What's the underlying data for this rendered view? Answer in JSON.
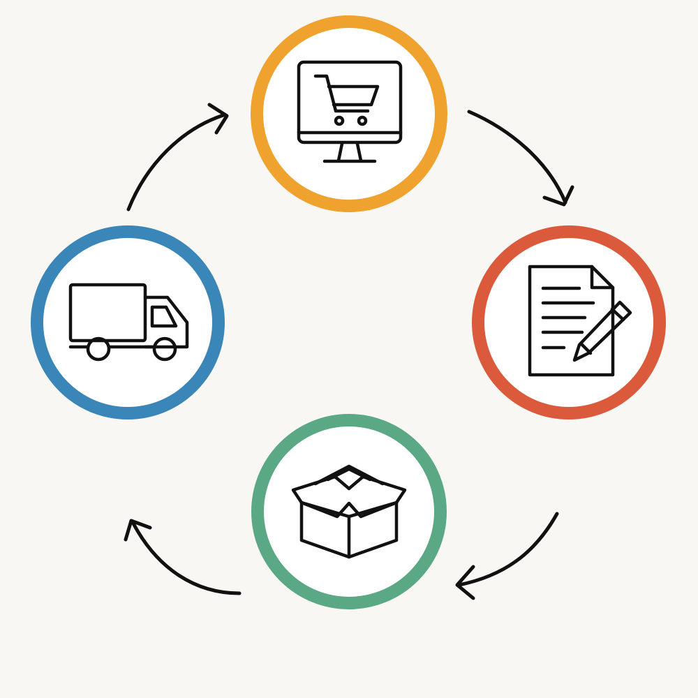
{
  "diagram": {
    "background_color": "#f9f7f3",
    "nodes": [
      {
        "id": "cart",
        "icon": "shopping-cart-monitor-icon",
        "ring_color": "#f0a22f"
      },
      {
        "id": "document",
        "icon": "document-pencil-icon",
        "ring_color": "#dc5a3c"
      },
      {
        "id": "box",
        "icon": "open-box-icon",
        "ring_color": "#5aa884"
      },
      {
        "id": "truck",
        "icon": "delivery-truck-icon",
        "ring_color": "#3a86b8"
      }
    ],
    "edges": [
      {
        "from": "cart",
        "to": "document"
      },
      {
        "from": "document",
        "to": "box"
      },
      {
        "from": "box",
        "to": "truck"
      },
      {
        "from": "truck",
        "to": "cart"
      }
    ]
  }
}
